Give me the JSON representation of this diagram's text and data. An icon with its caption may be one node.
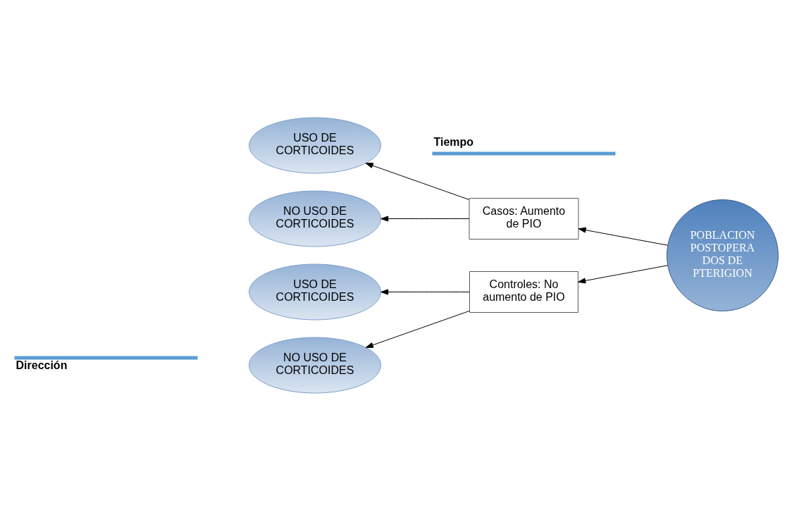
{
  "diagram": {
    "nodes": [
      {
        "text": [
          "USO DE CORTICOIDES"
        ]
      },
      {
        "text": [
          "NO USO DE CORTICOIDES"
        ]
      },
      {
        "text": [
          "USO DE CORTICOIDES"
        ]
      },
      {
        "text": [
          "NO USO DE CORTICOIDES"
        ]
      },
      {
        "text": [
          "Casos: Aumento de PIO"
        ]
      },
      {
        "text": [
          "Controles: No aumento de PIO"
        ]
      },
      {
        "text": [
          "POBLACION POSTOPERA DOS DE PTERIGION"
        ]
      }
    ],
    "edges": [
      {
        "from": 4,
        "to": 0,
        "arrow": "to"
      },
      {
        "from": 4,
        "to": 1,
        "arrow": "to"
      },
      {
        "from": 5,
        "to": 2,
        "arrow": "to"
      },
      {
        "from": 5,
        "to": 3,
        "arrow": "to"
      },
      {
        "from": 6,
        "to": 4,
        "arrow": "to"
      },
      {
        "from": 6,
        "to": 5,
        "arrow": "to"
      }
    ],
    "labels": [
      "Tiempo",
      "Dirección"
    ]
  }
}
